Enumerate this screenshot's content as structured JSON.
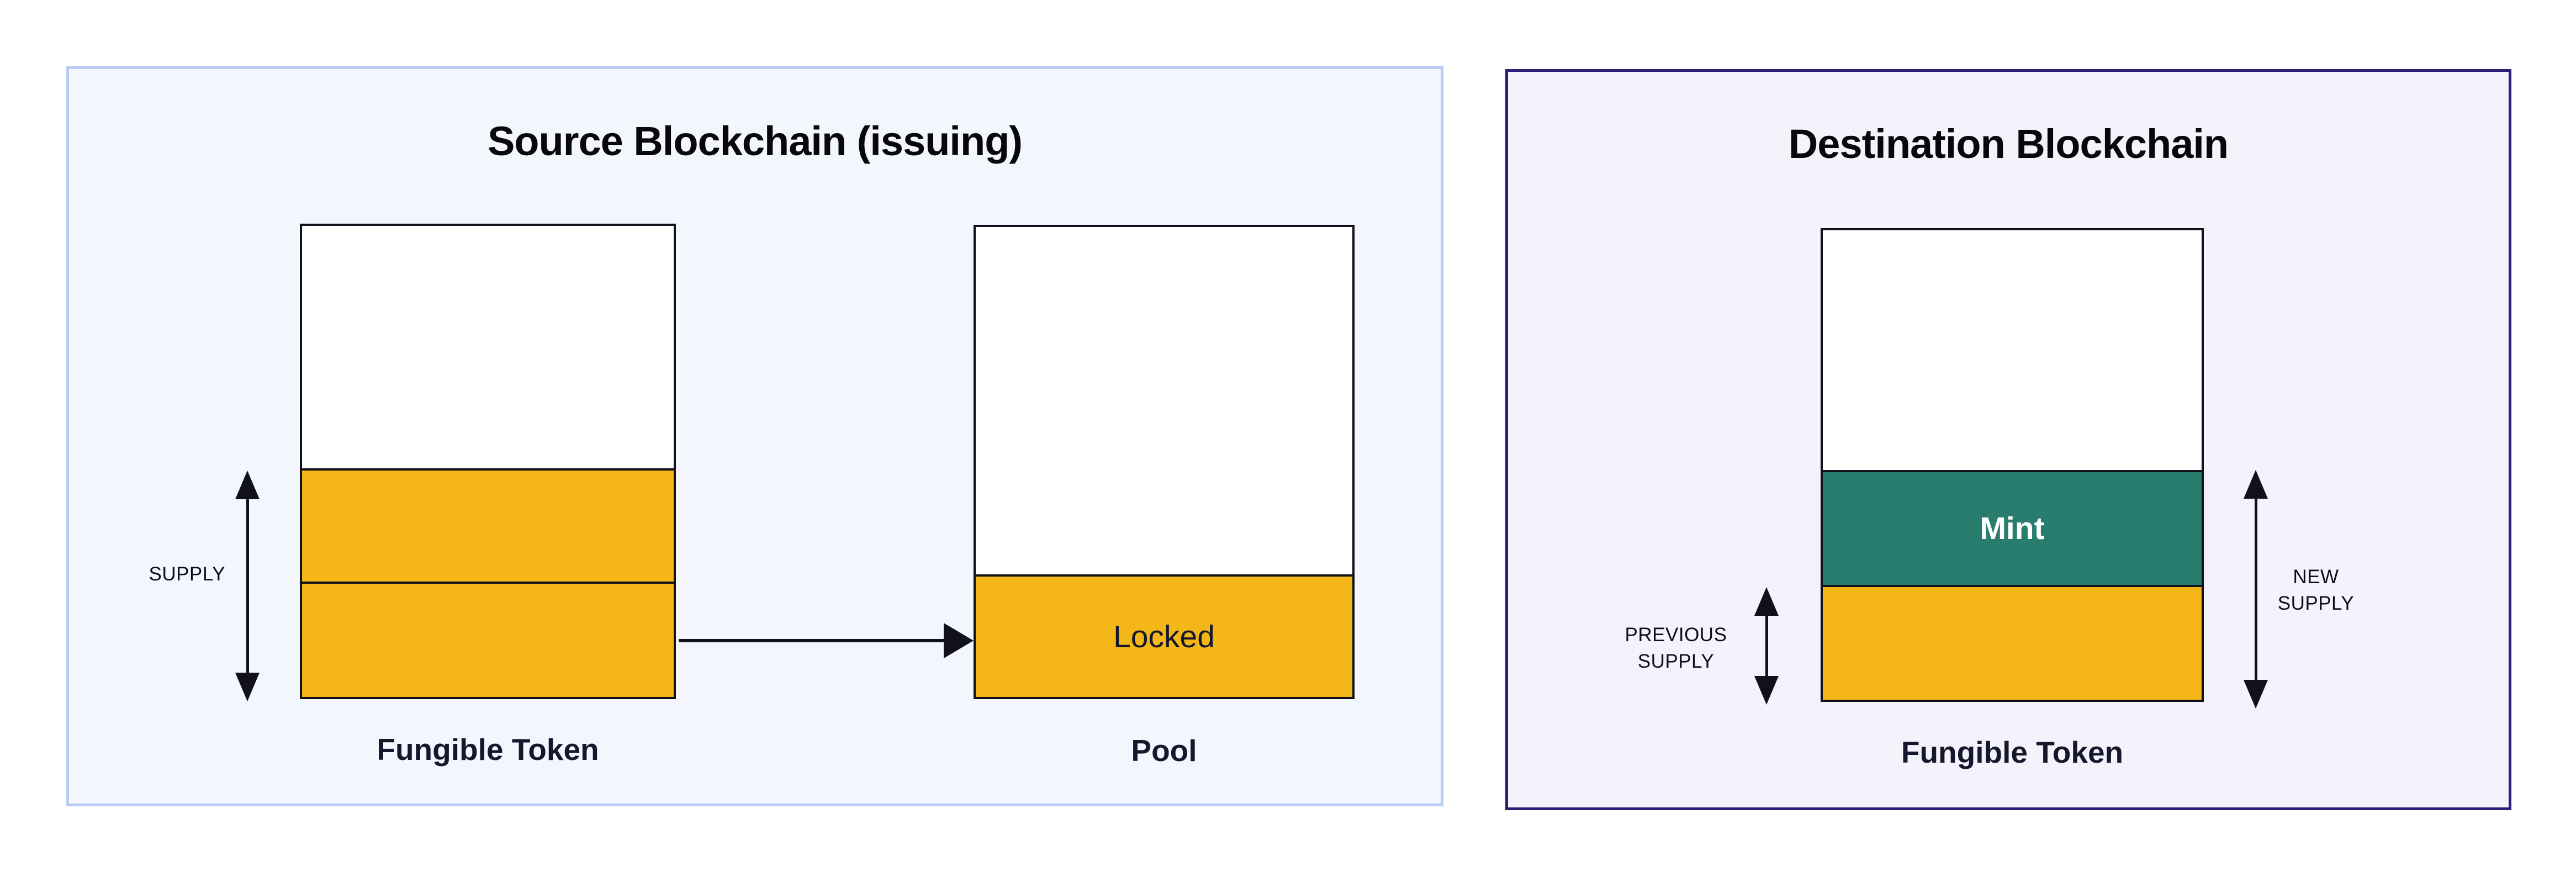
{
  "colors": {
    "page_bg": "#ffffff",
    "amber": "#F5B717",
    "teal": "#287D6F",
    "line": "#10111A",
    "source_panel_bg": "#F3F6FD",
    "source_panel_border": "#B6CBF2",
    "destination_panel_bg": "#F4F2FB",
    "destination_panel_border": "#301D78",
    "title_text": "#08080B",
    "label_text": "#15182D",
    "annot_text": "#0D0F17",
    "mint_text": "#FFFFFF"
  },
  "source_panel": {
    "title": "Source Blockchain (issuing)",
    "supply_annotation": "SUPPLY",
    "fungible_token_bar": {
      "label": "Fungible Token"
    },
    "pool_bar": {
      "label": "Pool",
      "locked_segment_label": "Locked"
    }
  },
  "destination_panel": {
    "title": "Destination Blockchain",
    "previous_supply_annotation": "PREVIOUS SUPPLY",
    "new_supply_annotation": "NEW SUPPLY",
    "fungible_token_bar": {
      "label": "Fungible Token",
      "mint_segment_label": "Mint"
    }
  }
}
